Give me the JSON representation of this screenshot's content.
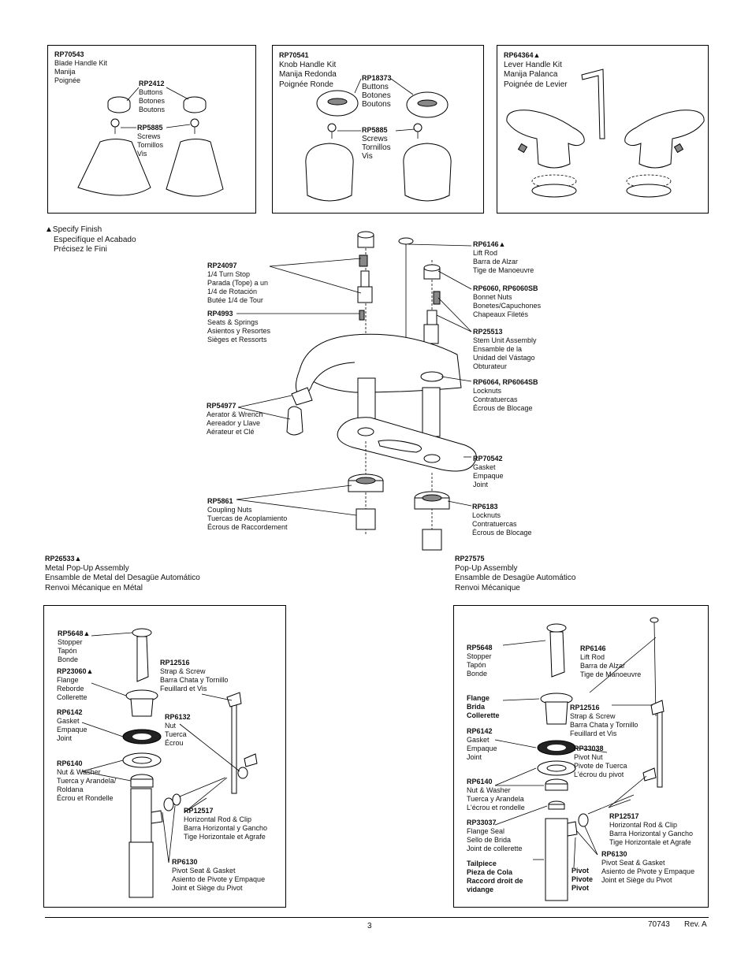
{
  "kits": {
    "blade": {
      "code": "RP70543",
      "names": [
        "Blade Handle Kit",
        "Manija",
        "Poignée"
      ],
      "buttons": {
        "code": "RP2412",
        "names": [
          "Buttons",
          "Botones",
          "Boutons"
        ]
      },
      "screws": {
        "code": "RP5885",
        "names": [
          "Screws",
          "Tornillos",
          "Vis"
        ]
      }
    },
    "knob": {
      "code": "RP70541",
      "names": [
        "Knob Handle Kit",
        "Manija Redonda",
        "Poignée Ronde"
      ],
      "buttons": {
        "code": "RP18373",
        "names": [
          "Buttons",
          "Botones",
          "Boutons"
        ]
      },
      "screws": {
        "code": "RP5885",
        "names": [
          "Screws",
          "Tornillos",
          "Vis"
        ]
      }
    },
    "lever": {
      "code": "RP64364▲",
      "names": [
        "Lever Handle Kit",
        "Manija Palanca",
        "Poignée de Levier"
      ]
    }
  },
  "finish_note": [
    "▲Specify Finish",
    "Especifíque el Acabado",
    "Précisez le Fini"
  ],
  "faucet_parts": {
    "rp24097": {
      "code": "RP24097",
      "names": [
        "1/4 Turn Stop",
        "Parada (Tope) a un",
        "1/4 de Rotación",
        "Butée 1/4 de Tour"
      ]
    },
    "rp4993": {
      "code": "RP4993",
      "names": [
        "Seats & Springs",
        "Asientos y Resortes",
        "Sièges et Ressorts"
      ]
    },
    "rp54977": {
      "code": "RP54977",
      "names": [
        "Aerator & Wrench",
        "Aereador y Llave",
        "Aérateur et Clé"
      ]
    },
    "rp5861": {
      "code": "RP5861",
      "names": [
        "Coupling Nuts",
        "Tuercas de Acoplamiento",
        "Écrous de Raccordement"
      ]
    },
    "rp6146": {
      "code": "RP6146▲",
      "names": [
        "Lift Rod",
        "Barra de Alzar",
        "Tige de Manoeuvre"
      ]
    },
    "rp6060": {
      "code": "RP6060, RP6060SB",
      "names": [
        "Bonnet Nuts",
        "Bonetes/Capuchones",
        "Chapeaux Filetés"
      ]
    },
    "rp25513": {
      "code": "RP25513",
      "names": [
        "Stem Unit Assembly",
        "Ensamble de la",
        "Unidad del Vástago",
        "Obturateur"
      ]
    },
    "rp6064": {
      "code": "RP6064, RP6064SB",
      "names": [
        "Locknuts",
        "Contratuercas",
        "Écrous de Blocage"
      ]
    },
    "rp70542": {
      "code": "RP70542",
      "names": [
        "Gasket",
        "Empaque",
        "Joint"
      ]
    },
    "rp6183": {
      "code": "RP6183",
      "names": [
        "Locknuts",
        "Contratuercas",
        "Écrous de Blocage"
      ]
    }
  },
  "metal_popup": {
    "code": "RP26533▲",
    "names": [
      "Metal Pop-Up Assembly",
      "Ensamble de Metal del Desagüe Automático",
      "Renvoi Mécanique en Métal"
    ],
    "parts": {
      "rp5648": {
        "code": "RP5648▲",
        "names": [
          "Stopper",
          "Tapón",
          "Bonde"
        ]
      },
      "rp23060": {
        "code": "RP23060▲",
        "names": [
          "Flange",
          "Reborde",
          "Collerette"
        ]
      },
      "rp6142": {
        "code": "RP6142",
        "names": [
          "Gasket",
          "Empaque",
          "Joint"
        ]
      },
      "rp6140": {
        "code": "RP6140",
        "names": [
          "Nut & Washer",
          "Tuerca y Arandela/",
          "Roldana",
          "Écrou et Rondelle"
        ]
      },
      "rp12516": {
        "code": "RP12516",
        "names": [
          "Strap & Screw",
          "Barra Chata y Tornillo",
          "Feuillard et Vis"
        ]
      },
      "rp6132": {
        "code": "RP6132",
        "names": [
          "Nut",
          "Tuerca",
          "Écrou"
        ]
      },
      "rp12517": {
        "code": "RP12517",
        "names": [
          "Horizontal Rod & Clip",
          "Barra Horizontal y Gancho",
          "Tige Horizontale et Agrafe"
        ]
      },
      "rp6130": {
        "code": "RP6130",
        "names": [
          "Pivot Seat & Gasket",
          "Asiento de Pivote y Empaque",
          "Joint et Siège du Pivot"
        ]
      }
    }
  },
  "popup": {
    "code": "RP27575",
    "names": [
      "Pop-Up Assembly",
      "Ensamble de Desagüe Automático",
      "Renvoi Mécanique"
    ],
    "parts": {
      "rp5648": {
        "code": "RP5648",
        "names": [
          "Stopper",
          "Tapón",
          "Bonde"
        ]
      },
      "flange": {
        "code": "Flange",
        "names": [
          "Brida",
          "Collerette"
        ]
      },
      "rp6142": {
        "code": "RP6142",
        "names": [
          "Gasket",
          "Empaque",
          "Joint"
        ]
      },
      "rp6140": {
        "code": "RP6140",
        "names": [
          "Nut & Washer",
          "Tuerca y Arandela",
          "L'écrou et rondelle"
        ]
      },
      "rp33037": {
        "code": "RP33037",
        "names": [
          "Flange Seal",
          "Sello de Brida",
          "Joint de collerette"
        ]
      },
      "tailpiece": {
        "code": "Tailpiece",
        "names": [
          "Pieza de Cola",
          "Raccord droit de",
          "vidange"
        ]
      },
      "pivot": {
        "code": "Pivot",
        "names": [
          "Pivote",
          "Pivot"
        ]
      },
      "rp6146": {
        "code": "RP6146",
        "names": [
          "Lift Rod",
          "Barra de Alzar",
          "Tige de Manoeuvre"
        ]
      },
      "rp12516": {
        "code": "RP12516",
        "names": [
          "Strap & Screw",
          "Barra Chata y Tornillo",
          "Feuillard et Vis"
        ]
      },
      "rp33038": {
        "code": "RP33038",
        "names": [
          "Pivot Nut",
          "Pivote de Tuerca",
          "L'écrou du pivot"
        ]
      },
      "rp12517": {
        "code": "RP12517",
        "names": [
          "Horizontal Rod & Clip",
          "Barra Horizontal y Gancho",
          "Tige Horizontale et Agrafe"
        ]
      },
      "rp6130": {
        "code": "RP6130",
        "names": [
          "Pivot Seat & Gasket",
          "Asiento de Pivote y Empaque",
          "Joint et Siège du Pivot"
        ]
      }
    }
  },
  "footer": {
    "page_number": "3",
    "doc_number": "70743",
    "revision": "Rev. A"
  }
}
